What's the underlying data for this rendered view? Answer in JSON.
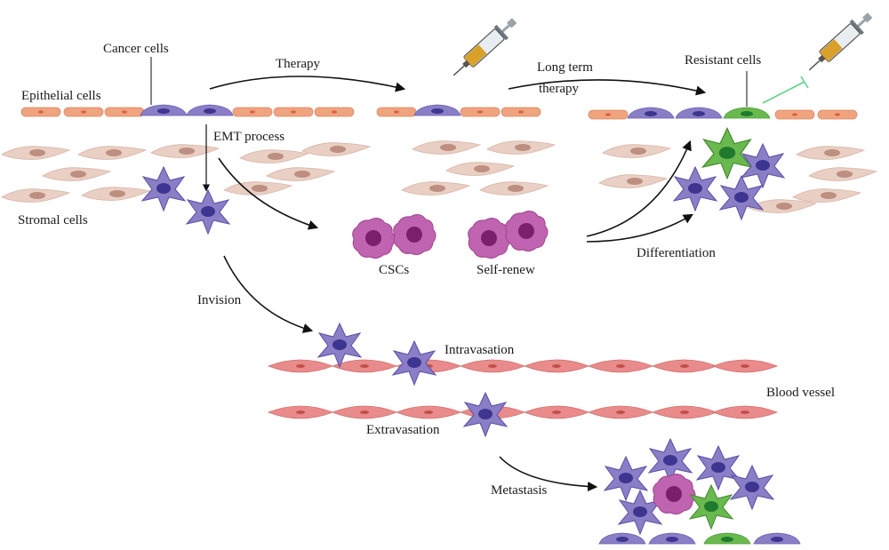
{
  "labels": {
    "cancer_cells": "Cancer cells",
    "epithelial_cells": "Epithelial cells",
    "therapy": "Therapy",
    "long_term": "Long term",
    "therapy2": "therapy",
    "resistant_cells": "Resistant  cells",
    "emt_process": "EMT process",
    "stromal_cells": "Stromal cells",
    "cscs": "CSCs",
    "self_renew": "Self-renew",
    "differentiation": "Differentiation",
    "invision": "Invision",
    "intravasation": "Intravasation",
    "blood_vessel": "Blood vessel",
    "extravasation": "Extravasation",
    "metastasis": "Metastasis"
  },
  "colors": {
    "epithelial": "#f0a37f",
    "epithelial_nucleus": "#d9603e",
    "cancer": "#8a7fc6",
    "cancer_nucleus": "#3d3590",
    "stromal": "#e9cfc4",
    "stromal_nucleus": "#bd8f80",
    "csc": "#c063b0",
    "csc_nucleus": "#7a1f6e",
    "resistant": "#6ab94f",
    "resistant_nucleus": "#1f7a2e",
    "vessel": "#e98b8b",
    "vessel_nucleus": "#c0504d",
    "inhibit_line": "#5fd08a",
    "syringe_fluid": "#d9a12a"
  }
}
